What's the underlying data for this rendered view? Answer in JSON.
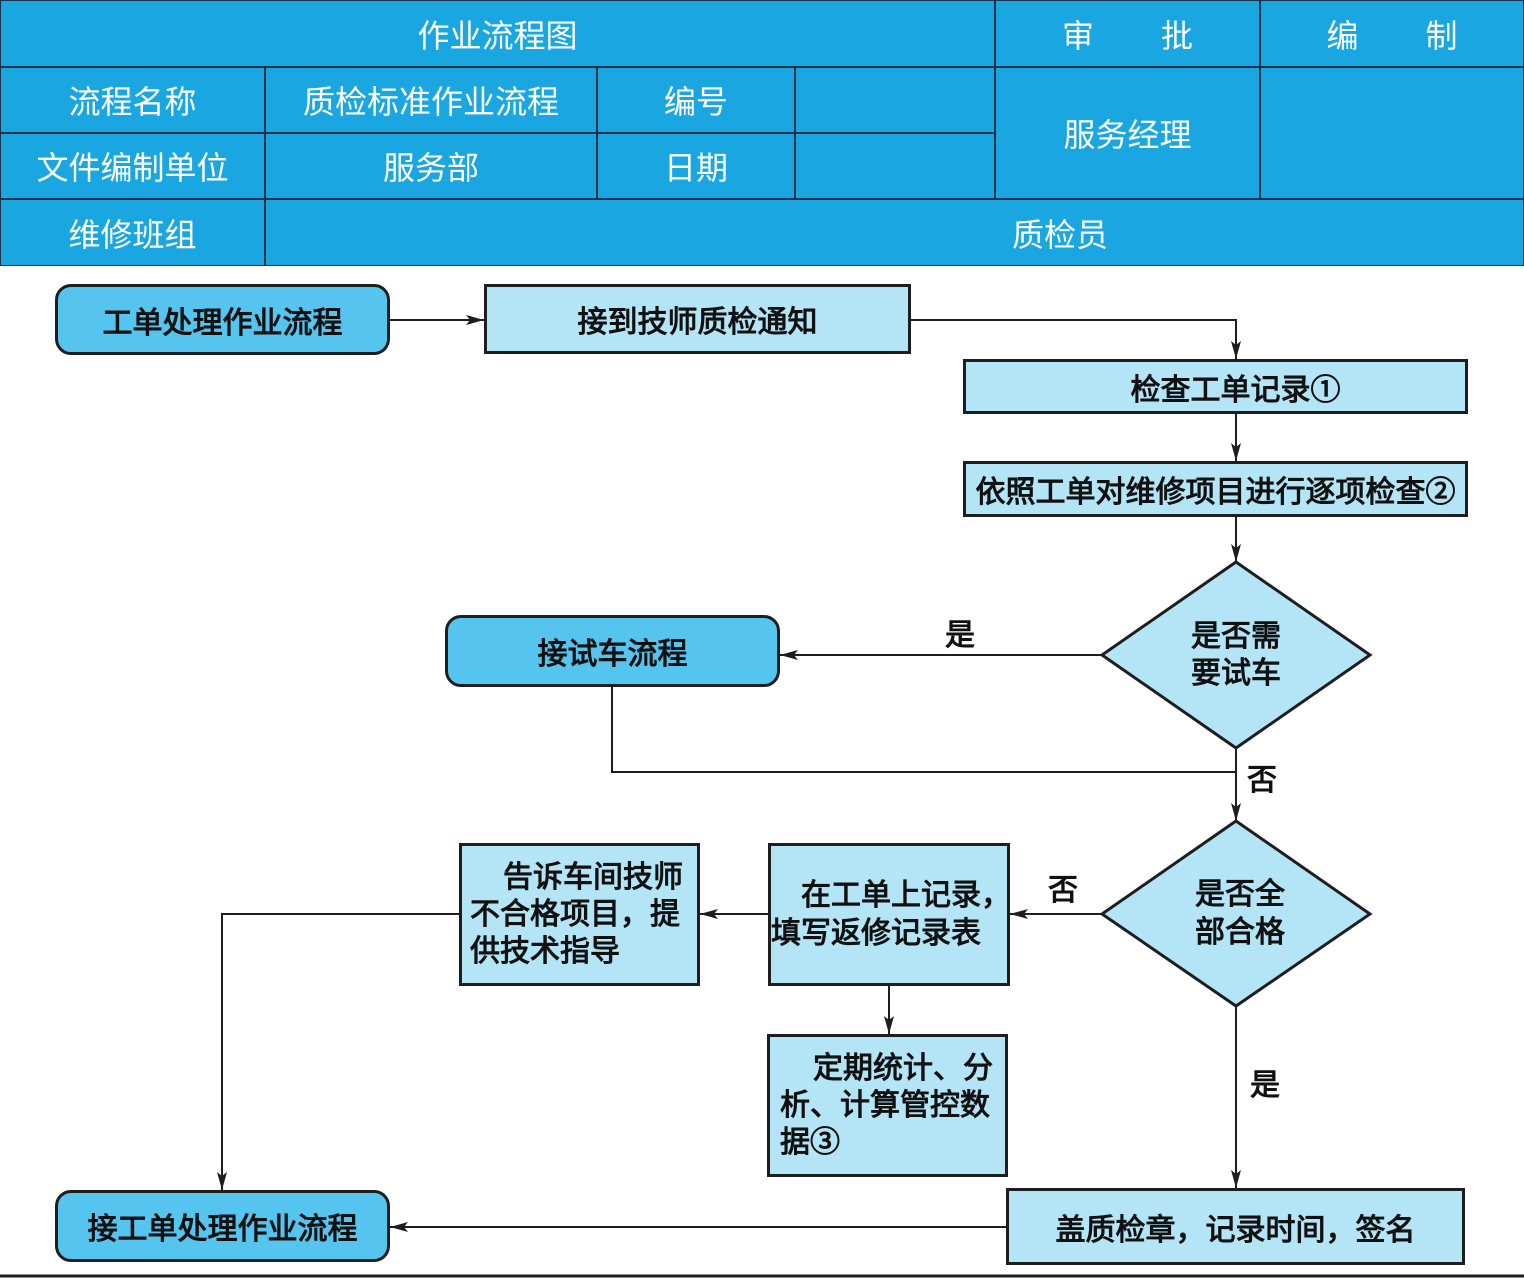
{
  "header": {
    "title": "作业流程图",
    "approve": "审批",
    "compile": "编制",
    "process_name_label": "流程名称",
    "process_name_value": "质检标准作业流程",
    "number_label": "编号",
    "unit_label": "文件编制单位",
    "unit_value": "服务部",
    "date_label": "日期",
    "approver": "服务经理",
    "lane_left": "维修班组",
    "lane_right": "质检员"
  },
  "flow": {
    "start": {
      "text": "工单处理作业流程"
    },
    "notice": {
      "text": "接到技师质检通知"
    },
    "check_record": {
      "text": "检查工单记录①"
    },
    "inspect_items": {
      "text": "依照工单对维修项目进行逐项检查②"
    },
    "decision_test_drive": {
      "lines": [
        "是否需",
        "要试车"
      ]
    },
    "test_drive": {
      "text": "接试车流程"
    },
    "decision_all_pass": {
      "lines": [
        "是否全",
        "部合格"
      ]
    },
    "record_rework": {
      "lines": [
        "在工单上记录，",
        "填写返修记录表"
      ]
    },
    "inform_technician": {
      "lines": [
        "告诉车间技师",
        "不合格项目，提",
        "供技术指导"
      ]
    },
    "statistics": {
      "lines": [
        "定期统计、分",
        "析、计算管控数",
        "据③"
      ]
    },
    "stamp_sign": {
      "text": "盖质检章，记录时间，签名"
    },
    "end": {
      "text": "接工单处理作业流程"
    }
  },
  "edge_labels": {
    "test_drive_yes": "是",
    "test_drive_no": "否",
    "all_pass_no": "否",
    "all_pass_yes": "是"
  },
  "colors": {
    "header_bg": "#1aa7e1",
    "header_text": "#ffffff",
    "terminal_fill": "#55c4ee",
    "process_fill": "#b3e5f7",
    "line": "#1e1e1e"
  }
}
